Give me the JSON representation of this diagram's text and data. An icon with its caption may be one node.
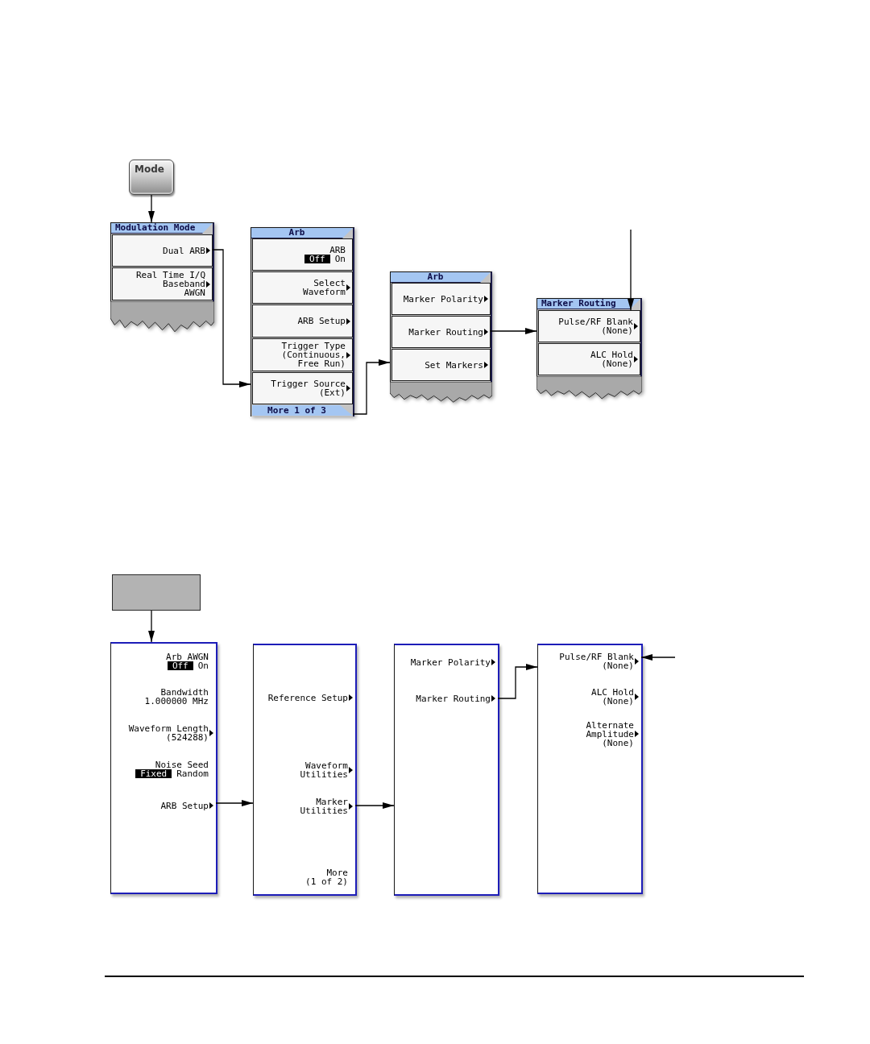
{
  "diagram": {
    "nodes": [
      {
        "text": [
          "Mode"
        ]
      },
      {
        "text": [
          "Modulation Mode"
        ]
      },
      {
        "text": [
          "Dual ARB"
        ],
        "in": 1
      },
      {
        "text": [
          "Real Time I/Q Baseband",
          "AWGN"
        ],
        "in": 1
      },
      {
        "text": [
          "Arb"
        ]
      },
      {
        "text": [
          "ARB",
          "Off",
          "On"
        ],
        "in": 4
      },
      {
        "text": [
          "Select Waveform"
        ],
        "in": 4
      },
      {
        "text": [
          "ARB Setup"
        ],
        "in": 4
      },
      {
        "text": [
          "Trigger Type",
          "(Continuous, Free Run)"
        ],
        "in": 4
      },
      {
        "text": [
          "Trigger Source",
          "(Ext)"
        ],
        "in": 4
      },
      {
        "text": [
          "More 1 of 3"
        ],
        "in": 4
      },
      {
        "text": [
          "Arb"
        ]
      },
      {
        "text": [
          "Marker Polarity"
        ],
        "in": 11
      },
      {
        "text": [
          "Marker Routing"
        ],
        "in": 11
      },
      {
        "text": [
          "Set Markers"
        ],
        "in": 11
      },
      {
        "text": [
          "Marker Routing"
        ]
      },
      {
        "text": [
          "Pulse/RF Blank",
          "(None)"
        ],
        "in": 15
      },
      {
        "text": [
          "ALC Hold",
          "(None)"
        ],
        "in": 15
      },
      {
        "text": [],
        "shape": "box"
      },
      {
        "text": [],
        "shape": "box"
      },
      {
        "text": [
          "Arb AWGN",
          "Off",
          "On"
        ],
        "in": 19
      },
      {
        "text": [
          "Bandwidth",
          "1.000000 MHz"
        ],
        "in": 19
      },
      {
        "text": [
          "Waveform Length",
          "(524288)"
        ],
        "in": 19
      },
      {
        "text": [
          "Noise Seed",
          "Fixed",
          "Random"
        ],
        "in": 19
      },
      {
        "text": [
          "ARB Setup"
        ],
        "in": 19
      },
      {
        "text": [],
        "shape": "box"
      },
      {
        "text": [
          "Reference Setup"
        ],
        "in": 25
      },
      {
        "text": [
          "Waveform Utilities"
        ],
        "in": 25
      },
      {
        "text": [
          "Marker Utilities"
        ],
        "in": 25
      },
      {
        "text": [
          "More",
          "(1 of 2)"
        ],
        "in": 25
      },
      {
        "text": [],
        "shape": "box"
      },
      {
        "text": [
          "Marker Polarity"
        ],
        "in": 30
      },
      {
        "text": [
          "Marker Routing"
        ],
        "in": 30
      },
      {
        "text": [],
        "shape": "box"
      },
      {
        "text": [
          "Pulse/RF Blank",
          "(None)"
        ],
        "in": 33
      },
      {
        "text": [
          "ALC Hold",
          "(None)"
        ],
        "in": 33
      },
      {
        "text": [
          "Alternate Amplitude",
          "(None)"
        ],
        "in": 33
      }
    ],
    "edges": [
      {
        "from": 0,
        "to": 1,
        "arrow": "to"
      },
      {
        "from": 2,
        "to": 4,
        "arrow": "to"
      },
      {
        "from": 10,
        "to": 11,
        "arrow": "to"
      },
      {
        "from": 13,
        "to": 15,
        "arrow": "to"
      },
      {
        "from": null,
        "to": 16,
        "arrow": "to"
      },
      {
        "from": 18,
        "to": 19,
        "arrow": "to"
      },
      {
        "from": 24,
        "to": 25,
        "arrow": "to"
      },
      {
        "from": 28,
        "to": 30,
        "arrow": "to"
      },
      {
        "from": 32,
        "to": 33,
        "arrow": "to"
      },
      {
        "from": null,
        "to": 34,
        "arrow": "to"
      }
    ]
  }
}
